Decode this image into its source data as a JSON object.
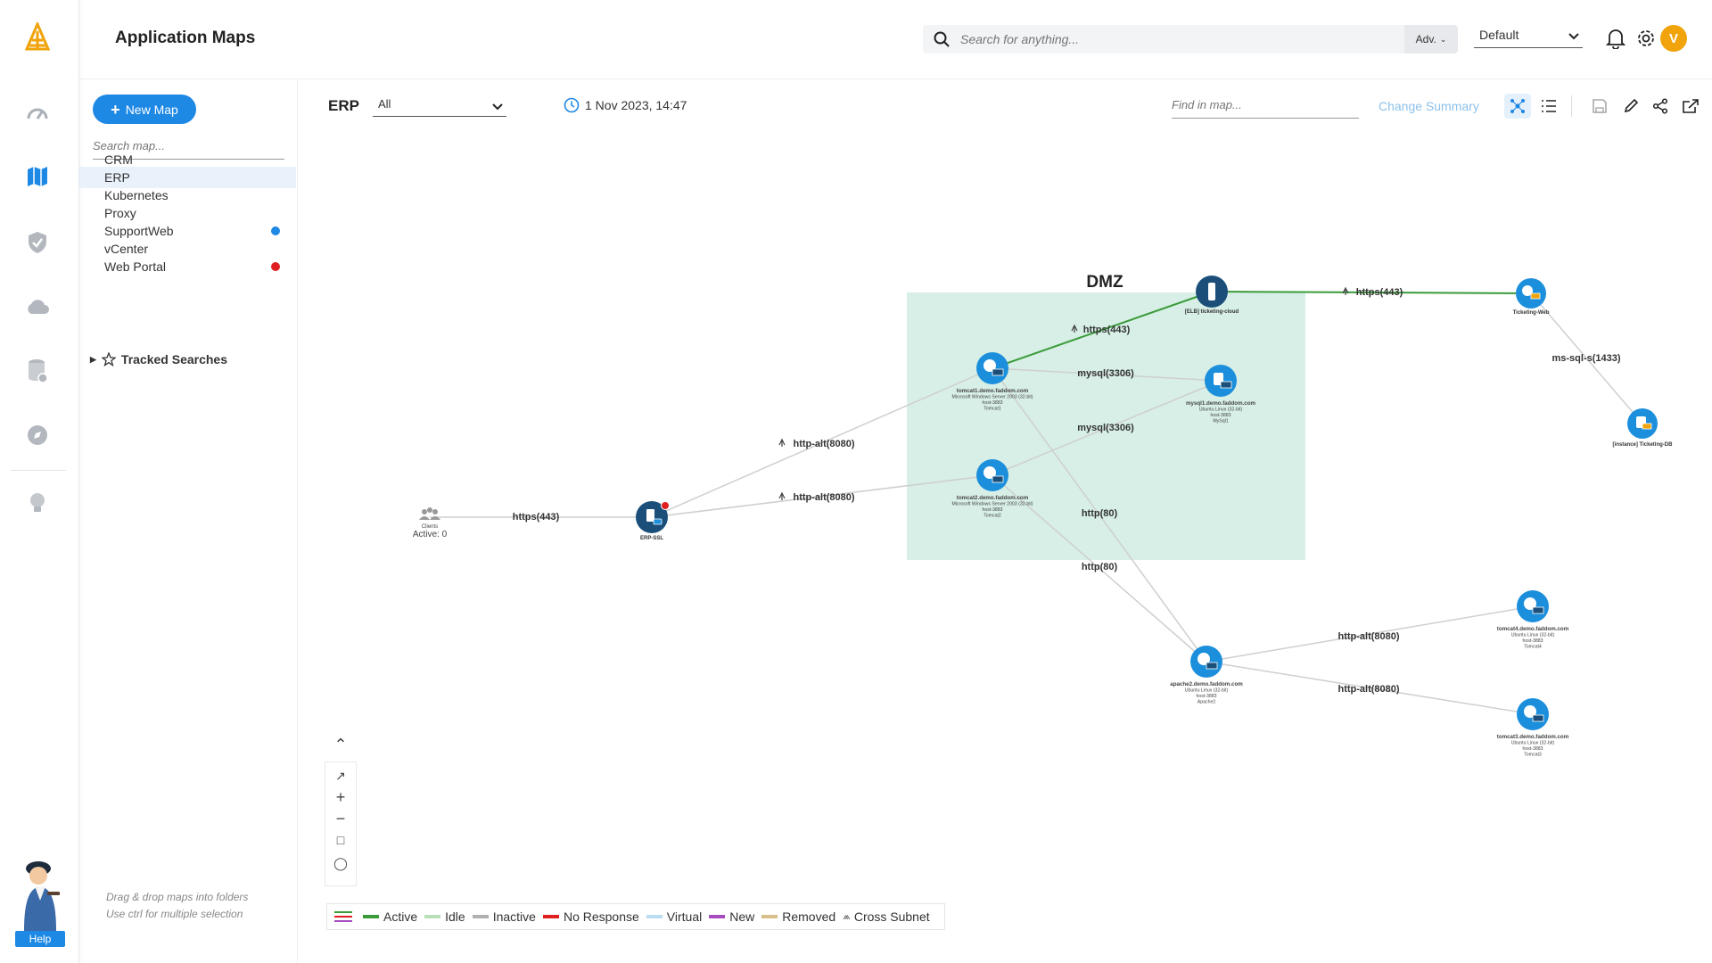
{
  "app": {
    "title": "Application Maps"
  },
  "search": {
    "placeholder": "Search for anything...",
    "adv_label": "Adv."
  },
  "profile": {
    "selected": "Default"
  },
  "user": {
    "initial": "V"
  },
  "sidebar": {
    "new_map_label": "New Map",
    "search_placeholder": "Search map...",
    "maps": [
      {
        "label": "CRM",
        "selected": false,
        "badge": null
      },
      {
        "label": "ERP",
        "selected": true,
        "badge": null
      },
      {
        "label": "Kubernetes",
        "selected": false,
        "badge": null
      },
      {
        "label": "Proxy",
        "selected": false,
        "badge": null
      },
      {
        "label": "SupportWeb",
        "selected": false,
        "badge": "info"
      },
      {
        "label": "vCenter",
        "selected": false,
        "badge": null
      },
      {
        "label": "Web Portal",
        "selected": false,
        "badge": "alert"
      }
    ],
    "tracked_searches_label": "Tracked Searches",
    "hint_line1": "Drag & drop maps into folders",
    "hint_line2": "Use ctrl for multiple selection",
    "help_label": "Help"
  },
  "map": {
    "name": "ERP",
    "filter_value": "All",
    "timestamp": "1 Nov 2023, 14:47",
    "find_placeholder": "Find in map...",
    "change_summary_label": "Change Summary",
    "group_label": "DMZ",
    "clients": {
      "label": "Clients",
      "active": "Active: 0"
    },
    "nodes": {
      "erp_ssl": {
        "name": "ERP-SSL"
      },
      "elb": {
        "name": "[ELB] ticketing-cloud"
      },
      "tomcat1": {
        "name": "tomcat1.demo.faddom.com",
        "os": "Microsoft Windows Server 2003 (32-bit)",
        "host": "host-3883",
        "alias": "Tomcat1"
      },
      "tomcat2": {
        "name": "tomcat2.demo.faddom.com",
        "os": "Microsoft Windows Server 2003 (32-bit)",
        "host": "host-3883",
        "alias": "Tomcat2"
      },
      "mysql1": {
        "name": "mysql1.demo.faddom.com",
        "os": "Ubuntu Linux (32-bit)",
        "host": "host-3883",
        "alias": "MySql1"
      },
      "ticketing_web": {
        "name": "Ticketing-Web"
      },
      "ticketing_db": {
        "name": "[instance] Ticketing-DB"
      },
      "apache2": {
        "name": "apache2.demo.faddom.com",
        "os": "Ubuntu Linux (32-bit)",
        "host": "host-3883",
        "alias": "Apache2"
      },
      "tomcat4": {
        "name": "tomcat4.demo.faddom.com",
        "os": "Ubuntu Linux (32-bit)",
        "host": "host-3883",
        "alias": "Tomcat4"
      },
      "tomcat3": {
        "name": "tomcat3.demo.faddom.com",
        "os": "Ubuntu Linux (32-bit)",
        "host": "host-3883",
        "alias": "Tomcat3"
      }
    },
    "edges": {
      "clients_erp": "https(443)",
      "erp_t1": "http-alt(8080)",
      "erp_t2": "http-alt(8080)",
      "t1_elb": "https(443)",
      "t1_mysql": "mysql(3306)",
      "t2_mysql": "mysql(3306)",
      "t1_apache": "http(80)",
      "t2_apache": "http(80)",
      "elb_web": "https(443)",
      "web_db": "ms-sql-s(1433)",
      "apache_t4": "http-alt(8080)",
      "apache_t3": "http-alt(8080)"
    }
  },
  "legend": [
    {
      "label": "Active",
      "color": "#3a9b3a"
    },
    {
      "label": "Idle",
      "color": "#b9dfb9"
    },
    {
      "label": "Inactive",
      "color": "#b0b0b0"
    },
    {
      "label": "No Response",
      "color": "#e02020"
    },
    {
      "label": "Virtual",
      "color": "#bcdcf2"
    },
    {
      "label": "New",
      "color": "#a64dbf"
    },
    {
      "label": "Removed",
      "color": "#d9bf8c"
    },
    {
      "label": "Cross Subnet",
      "color": "#555555"
    }
  ],
  "colors": {
    "accent": "#1e88e5",
    "group_fill": "#d7efe6",
    "node": "#1c8fdc",
    "avatar": "#f0a30a"
  }
}
